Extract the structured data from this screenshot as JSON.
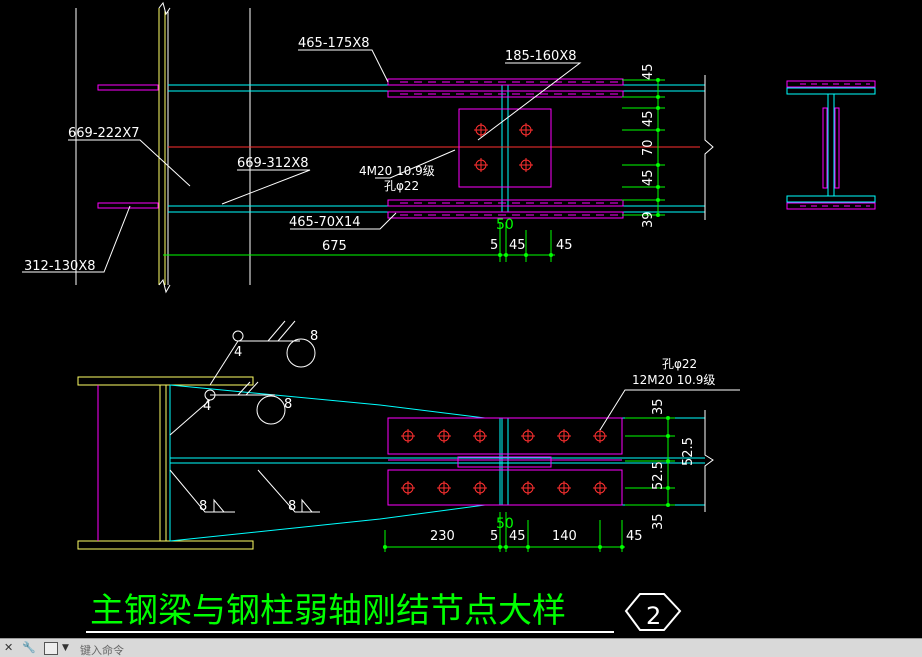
{
  "drawing": {
    "title": "主钢梁与钢柱弱轴刚结节点大样",
    "detail_number": "2",
    "top_view": {
      "labels": {
        "flange_plate": "465-175X8",
        "web_plate": "185-160X8",
        "stiffener_a": "669-222X7",
        "stiffener_b": "669-312X8",
        "bolts": "4M20 10.9级",
        "hole": "孔φ22",
        "bottom_plate": "465-70X14",
        "side_plate": "312-130X8"
      },
      "dims_horizontal": [
        "675",
        "50",
        "5",
        "45",
        "45"
      ],
      "dims_vertical": [
        "45",
        "45",
        "70",
        "45",
        "39"
      ]
    },
    "bottom_view": {
      "labels": {
        "hole": "孔φ22",
        "bolts": "12M20 10.9级"
      },
      "weld_marks": [
        "4",
        "8",
        "4",
        "8",
        "8",
        "8"
      ],
      "dims_horizontal": [
        "230",
        "50",
        "5",
        "45",
        "140",
        "45"
      ],
      "dims_vertical": [
        "35",
        "52.5",
        "52.5",
        "35"
      ]
    }
  },
  "command_bar": {
    "prompt": "键入命令",
    "icons": [
      "close-icon",
      "wrench-icon",
      "command-window-icon",
      "dropdown-icon"
    ]
  },
  "colors": {
    "background": "#000000",
    "title": "#00ff00",
    "beam": "#00ffff",
    "plate": "#ff00ff",
    "bolt": "#ff2020",
    "column": "#ffff66",
    "text": "#ffffff",
    "dim": "#00ff00"
  }
}
